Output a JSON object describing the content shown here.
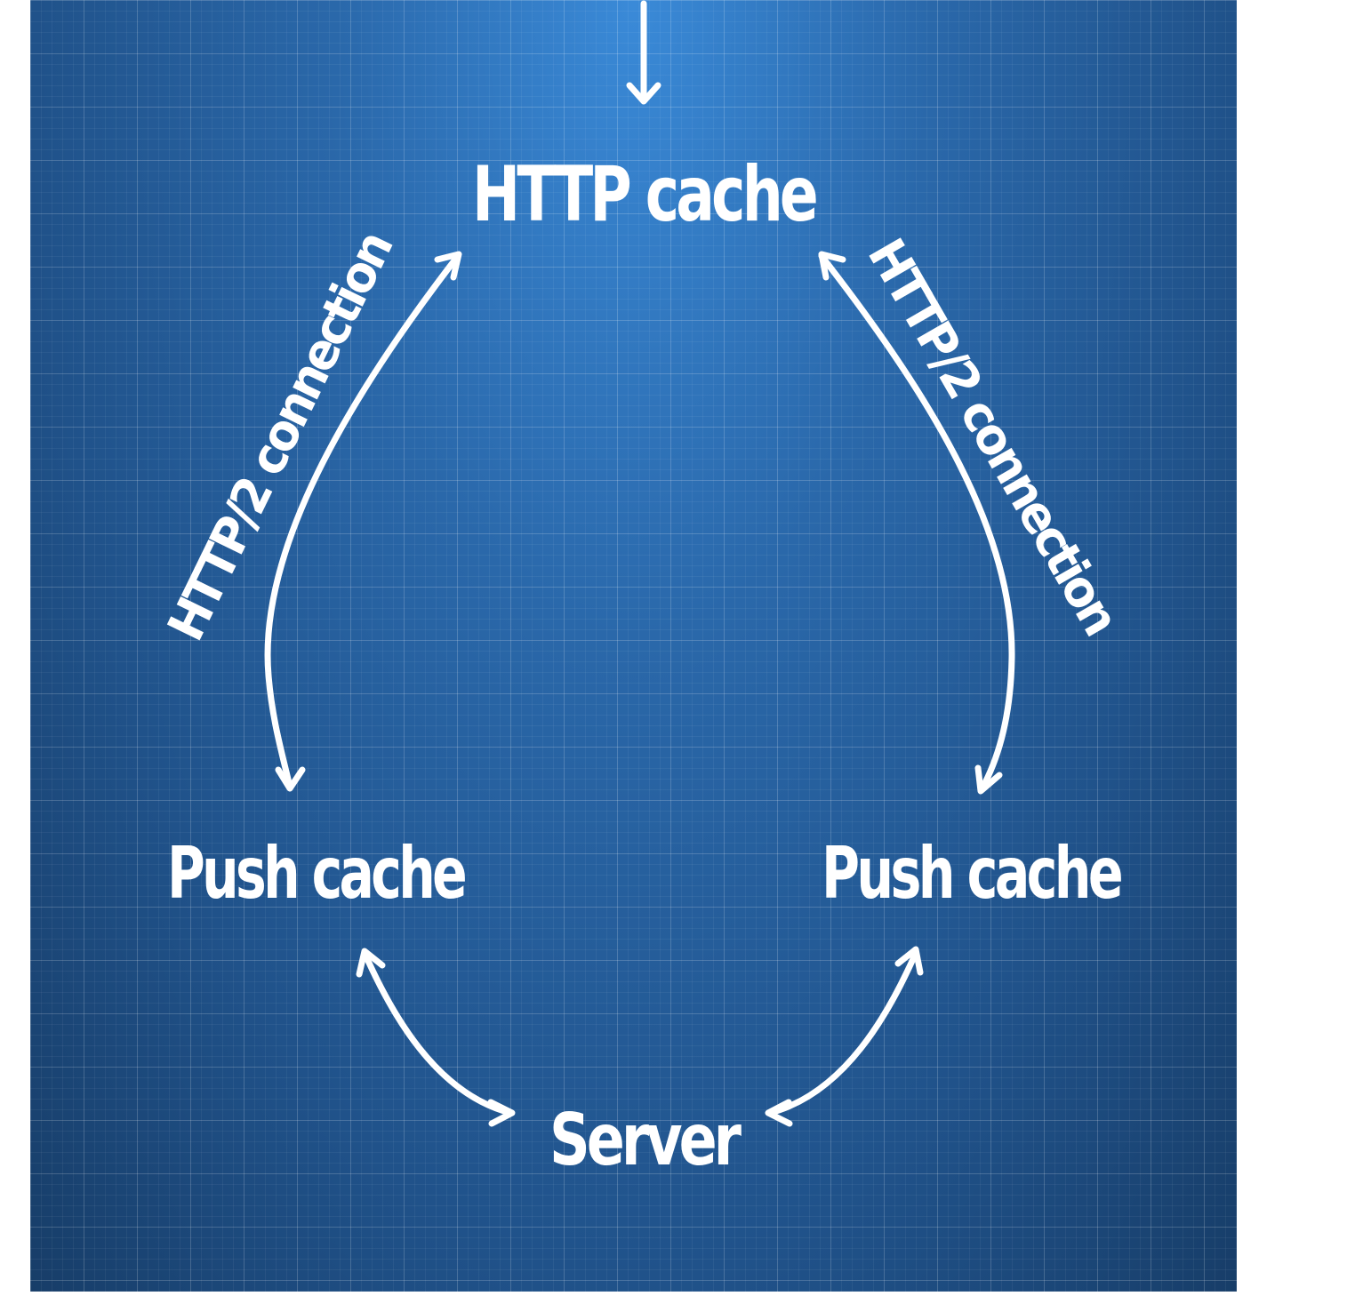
{
  "diagram": {
    "nodes": {
      "http_cache": "HTTP cache",
      "push_cache_left": "Push cache",
      "push_cache_right": "Push cache",
      "server": "Server"
    },
    "edge_labels": {
      "left": "HTTP/2 connection",
      "right": "HTTP/2 connection"
    },
    "colors": {
      "foreground": "#ffffff",
      "background": "#2a68aa"
    }
  }
}
